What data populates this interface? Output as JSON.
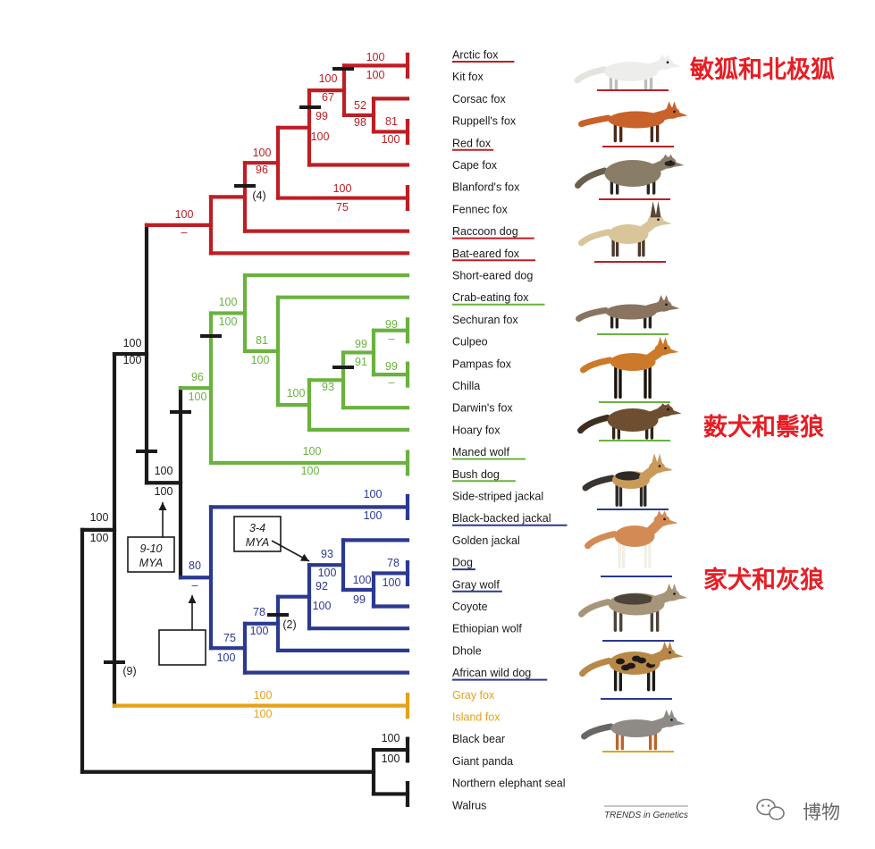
{
  "colors": {
    "vulpes": "#bd1e24",
    "south_american": "#6ab23e",
    "wolf_like": "#2b3990",
    "gray_fox": "#e3a21a",
    "outgroup": "#1a1a1a",
    "group_label": "#e61e25"
  },
  "tips": [
    {
      "name": "Arctic fox",
      "clade": "vulpes",
      "underline": "long"
    },
    {
      "name": "Kit fox",
      "clade": "vulpes",
      "underline": "none"
    },
    {
      "name": "Corsac fox",
      "clade": "vulpes",
      "underline": "none"
    },
    {
      "name": "Ruppell's fox",
      "clade": "vulpes",
      "underline": "none"
    },
    {
      "name": "Red fox",
      "clade": "vulpes",
      "underline": "short"
    },
    {
      "name": "Cape fox",
      "clade": "vulpes",
      "underline": "none"
    },
    {
      "name": "Blanford's fox",
      "clade": "vulpes",
      "underline": "none"
    },
    {
      "name": "Fennec fox",
      "clade": "vulpes",
      "underline": "none"
    },
    {
      "name": "Raccoon dog",
      "clade": "vulpes",
      "underline": "long"
    },
    {
      "name": "Bat-eared fox",
      "clade": "vulpes",
      "underline": "long"
    },
    {
      "name": "Short-eared dog",
      "clade": "south_american",
      "underline": "none"
    },
    {
      "name": "Crab-eating fox",
      "clade": "south_american",
      "underline": "long"
    },
    {
      "name": "Sechuran fox",
      "clade": "south_american",
      "underline": "none"
    },
    {
      "name": "Culpeo",
      "clade": "south_american",
      "underline": "none"
    },
    {
      "name": "Pampas fox",
      "clade": "south_american",
      "underline": "none"
    },
    {
      "name": "Chilla",
      "clade": "south_american",
      "underline": "none"
    },
    {
      "name": "Darwin's fox",
      "clade": "south_american",
      "underline": "none"
    },
    {
      "name": "Hoary fox",
      "clade": "south_american",
      "underline": "none"
    },
    {
      "name": "Maned wolf",
      "clade": "south_american",
      "underline": "long"
    },
    {
      "name": "Bush dog",
      "clade": "south_american",
      "underline": "long"
    },
    {
      "name": "Side-striped jackal",
      "clade": "wolf_like",
      "underline": "none"
    },
    {
      "name": "Black-backed jackal",
      "clade": "wolf_like",
      "underline": "long"
    },
    {
      "name": "Golden jackal",
      "clade": "wolf_like",
      "underline": "none"
    },
    {
      "name": "Dog",
      "clade": "wolf_like",
      "underline": "short"
    },
    {
      "name": "Gray wolf",
      "clade": "wolf_like",
      "underline": "short"
    },
    {
      "name": "Coyote",
      "clade": "wolf_like",
      "underline": "none"
    },
    {
      "name": "Ethiopian wolf",
      "clade": "wolf_like",
      "underline": "none"
    },
    {
      "name": "Dhole",
      "clade": "wolf_like",
      "underline": "none"
    },
    {
      "name": "African wild dog",
      "clade": "wolf_like",
      "underline": "long"
    },
    {
      "name": "Gray fox",
      "clade": "gray_fox",
      "underline": "none"
    },
    {
      "name": "Island fox",
      "clade": "gray_fox",
      "underline": "none"
    },
    {
      "name": "Black bear",
      "clade": "outgroup",
      "underline": "none"
    },
    {
      "name": "Giant panda",
      "clade": "outgroup",
      "underline": "none"
    },
    {
      "name": "Northern elephant seal",
      "clade": "outgroup",
      "underline": "none"
    },
    {
      "name": "Walrus",
      "clade": "outgroup",
      "underline": "none"
    }
  ],
  "support_values": [
    "100",
    "100",
    "52",
    "98",
    "81",
    "100",
    "100",
    "67",
    "99",
    "100",
    "100",
    "96",
    "100",
    "75",
    "100",
    "–",
    "99",
    "–",
    "99",
    "–",
    "99",
    "91",
    "93",
    "100",
    "81",
    "100",
    "100",
    "100",
    "96",
    "100",
    "100",
    "100",
    "100",
    "100",
    "93",
    "100",
    "78",
    "100",
    "100",
    "99",
    "92",
    "100",
    "78",
    "100",
    "75",
    "100",
    "80",
    "–",
    "100",
    "100",
    "100",
    "100",
    "100",
    "100",
    "100",
    "100",
    "100",
    "100"
  ],
  "notes": [
    "(4)",
    "(2)",
    "(9)"
  ],
  "callouts": [
    {
      "line1": "9-10",
      "line2": "MYA"
    },
    {
      "line1": "3-4",
      "line2": "MYA"
    },
    {
      "line1": "",
      "line2": ""
    }
  ],
  "group_labels": [
    "敏狐和北极狐",
    "薮犬和鬃狼",
    "家犬和灰狼"
  ],
  "footer_credit": "TRENDS in Genetics",
  "watermark": "博物",
  "animal_illustrations": [
    {
      "name": "arctic-fox-illustration",
      "clade": "vulpes",
      "body": "#ededec",
      "dark": "#bdbdb8"
    },
    {
      "name": "red-fox-illustration",
      "clade": "vulpes",
      "body": "#c8622a",
      "dark": "#4a2a18"
    },
    {
      "name": "raccoon-dog-illustration",
      "clade": "vulpes",
      "body": "#8a7d68",
      "dark": "#2a2622"
    },
    {
      "name": "bat-eared-fox-illustration",
      "clade": "vulpes",
      "body": "#d8c59a",
      "dark": "#4a3a2a"
    },
    {
      "name": "crab-eating-fox-illustration",
      "clade": "south_american",
      "body": "#8a7460",
      "dark": "#3a3028"
    },
    {
      "name": "maned-wolf-illustration",
      "clade": "south_american",
      "body": "#cc7a2a",
      "dark": "#2a1a10"
    },
    {
      "name": "bush-dog-illustration",
      "clade": "south_american",
      "body": "#6e4e30",
      "dark": "#2e2418"
    },
    {
      "name": "black-backed-jackal-illustration",
      "clade": "wolf_like",
      "body": "#c99a5a",
      "dark": "#2e2a28"
    },
    {
      "name": "dog-illustration",
      "clade": "wolf_like",
      "body": "#d48a55",
      "dark": "#f3efe8"
    },
    {
      "name": "gray-wolf-illustration",
      "clade": "wolf_like",
      "body": "#a7957a",
      "dark": "#4c443a"
    },
    {
      "name": "african-wild-dog-illustration",
      "clade": "wolf_like",
      "body": "#b88848",
      "dark": "#1e1a16"
    },
    {
      "name": "gray-fox-illustration",
      "clade": "gray_fox",
      "body": "#8e8a86",
      "dark": "#b8662e"
    }
  ]
}
